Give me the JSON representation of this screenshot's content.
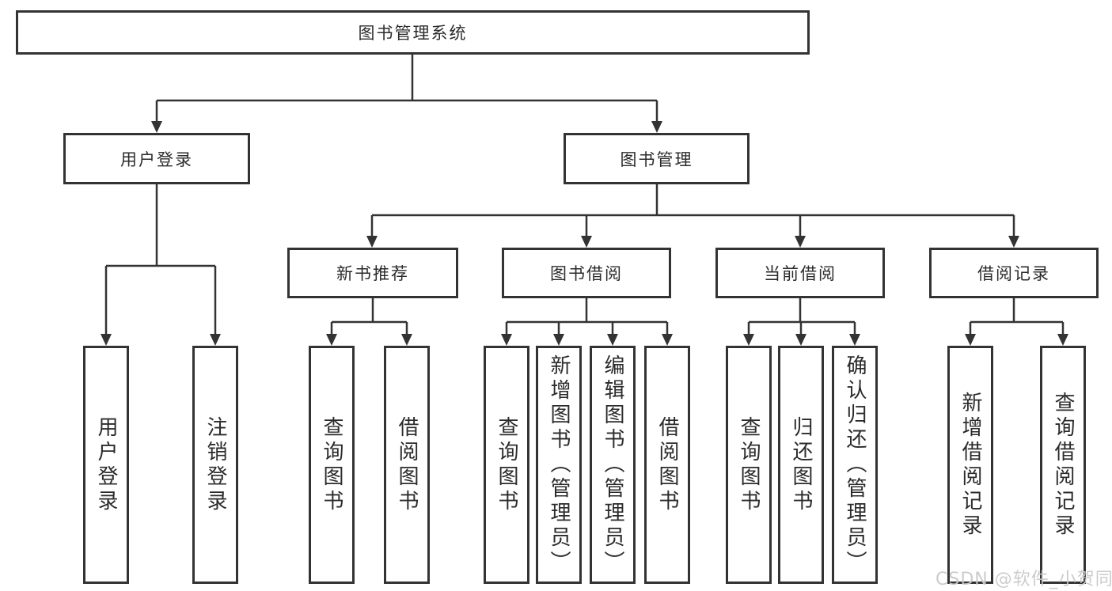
{
  "colors": {
    "background": "#ffffff",
    "line": "#333333",
    "box_border": "#333333",
    "text": "#2b2b2b",
    "watermark": "#c9c9c9"
  },
  "tree": {
    "root": "图书管理系统",
    "user_login": {
      "label": "用户登录",
      "children": [
        "用户登录",
        "注销登录"
      ]
    },
    "book_mgmt": {
      "label": "图书管理",
      "sections": [
        {
          "label": "新书推荐",
          "children": [
            "查询图书",
            "借阅图书"
          ]
        },
        {
          "label": "图书借阅",
          "children": [
            "查询图书",
            "新增图书（管理员）",
            "编辑图书（管理员）",
            "借阅图书"
          ]
        },
        {
          "label": "当前借阅",
          "children": [
            "查询图书",
            "归还图书",
            "确认归还（管理员）"
          ]
        },
        {
          "label": "借阅记录",
          "children": [
            "新增借阅记录",
            "查询借阅记录"
          ]
        }
      ]
    }
  },
  "watermark": "CSDN @软件_小贺同学"
}
